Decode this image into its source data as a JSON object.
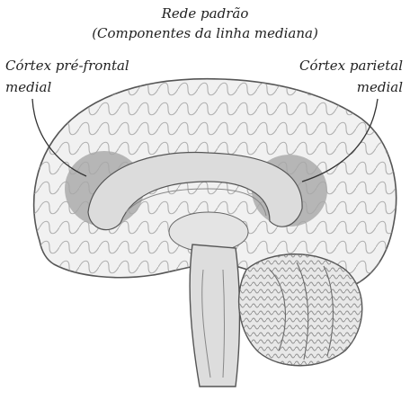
{
  "title": {
    "line1": "Rede padrão",
    "line2": "(Componentes da linha mediana)"
  },
  "labels": {
    "left": {
      "line1": "Córtex pré-frontal",
      "line2": "medial"
    },
    "right": {
      "line1": "Córtex parietal",
      "line2": "medial"
    }
  },
  "colors": {
    "highlight": "#a8a8a8",
    "outline": "#555555",
    "text": "#222222"
  }
}
